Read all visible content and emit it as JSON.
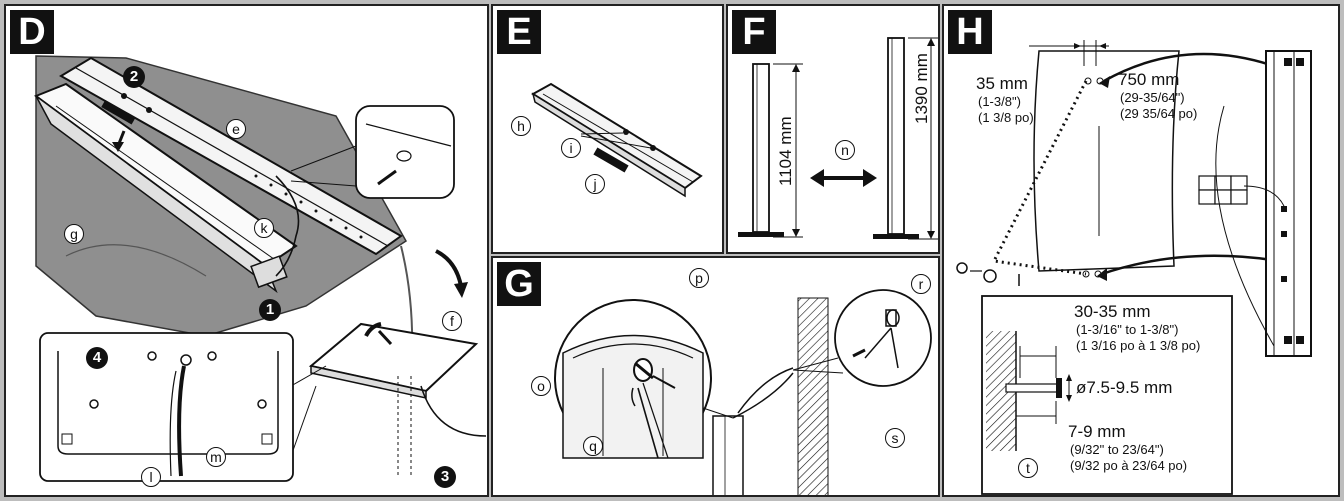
{
  "panels": {
    "D": {
      "letter": "D",
      "labels": {
        "e": "e",
        "f": "f",
        "g": "g",
        "k": "k",
        "l": "l",
        "m": "m"
      },
      "steps": {
        "s1": "1",
        "s2": "2",
        "s3": "3",
        "s4": "4"
      }
    },
    "E": {
      "letter": "E",
      "labels": {
        "h": "h",
        "i": "i",
        "j": "j"
      }
    },
    "F": {
      "letter": "F",
      "height_short": "1104 mm",
      "height_tall": "1390 mm",
      "label_n": "n"
    },
    "G": {
      "letter": "G",
      "labels": {
        "o": "o",
        "p": "p",
        "q": "q",
        "r": "r",
        "s": "s"
      }
    },
    "H": {
      "letter": "H",
      "dim35": [
        "35 mm",
        "(1-3/8\")",
        "(1 3/8 po)"
      ],
      "dim750": [
        "750 mm",
        "(29-35/64\")",
        "(29 35/64 po)"
      ],
      "dim30_35": [
        "30-35 mm",
        "(1-3/16\" to 1-3/8\")",
        "(1 3/16 po à 1 3/8 po)"
      ],
      "dim_dia": "ø7.5-9.5 mm",
      "dim7_9": [
        "7-9 mm",
        "(9/32\" to 23/64\")",
        "(9/32 po à 23/64 po)"
      ],
      "label_t": "t"
    }
  }
}
